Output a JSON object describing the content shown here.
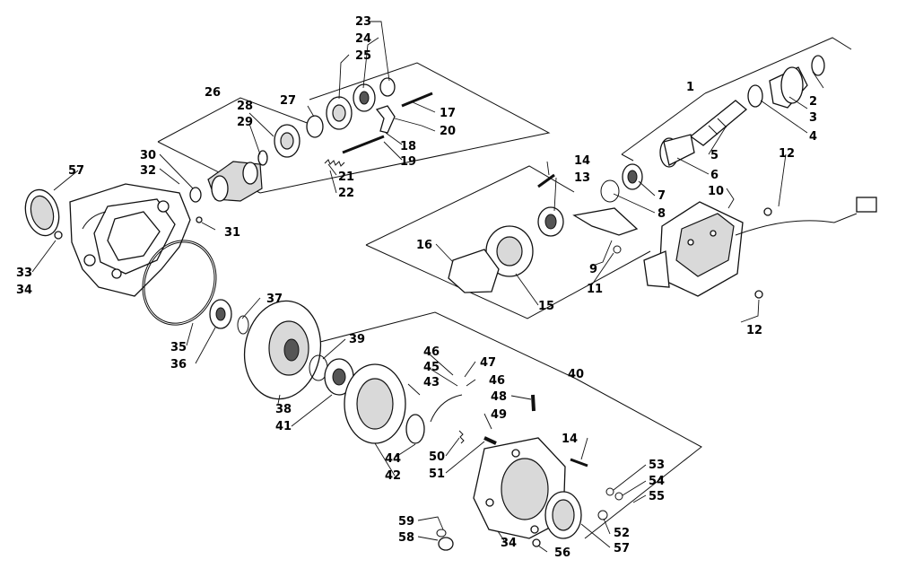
{
  "labels": {
    "p1": "1",
    "p2": "2",
    "p3": "3",
    "p4": "4",
    "p5": "5",
    "p6": "6",
    "p7": "7",
    "p8": "8",
    "p9": "9",
    "p10": "10",
    "p11": "11",
    "p12a": "12",
    "p12b": "12",
    "p13": "13",
    "p14a": "14",
    "p14b": "14",
    "p15": "15",
    "p16": "16",
    "p17": "17",
    "p18": "18",
    "p19": "19",
    "p20": "20",
    "p21": "21",
    "p22": "22",
    "p23": "23",
    "p24": "24",
    "p25": "25",
    "p26": "26",
    "p27": "27",
    "p28": "28",
    "p29": "29",
    "p30": "30",
    "p31": "31",
    "p32": "32",
    "p33": "33",
    "p34a": "34",
    "p34b": "34",
    "p35": "35",
    "p36": "36",
    "p37": "37",
    "p38": "38",
    "p39": "39",
    "p40": "40",
    "p41": "41",
    "p42": "42",
    "p43": "43",
    "p44": "44",
    "p45": "45",
    "p46a": "46",
    "p46b": "46",
    "p47": "47",
    "p48": "48",
    "p49": "49",
    "p50": "50",
    "p51": "51",
    "p52": "52",
    "p53": "53",
    "p54": "54",
    "p55": "55",
    "p56": "56",
    "p57a": "57",
    "p57b": "57",
    "p58": "58",
    "p59": "59"
  },
  "colors": {
    "line": "#111111",
    "background": "#ffffff",
    "fill_light": "#d9d9d9",
    "fill_dark": "#555555"
  }
}
